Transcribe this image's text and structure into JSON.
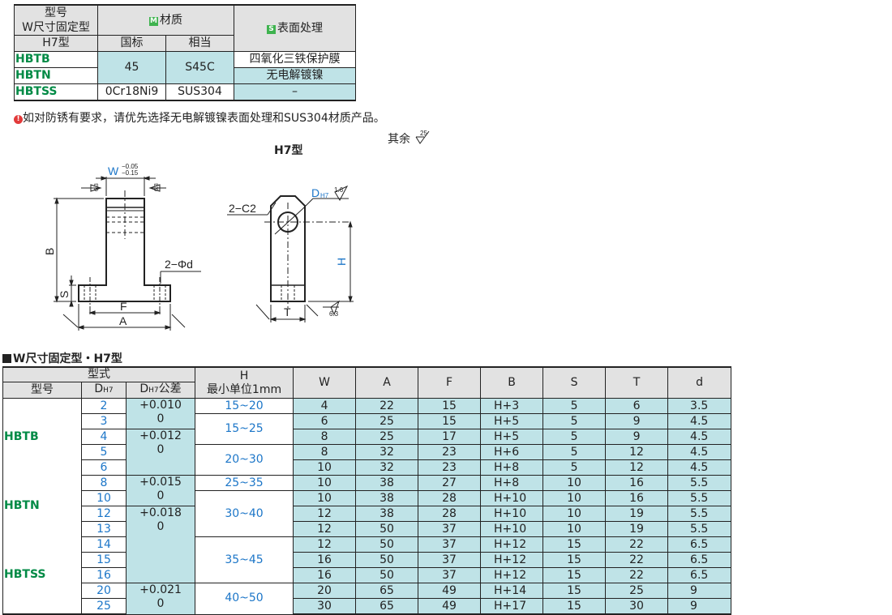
{
  "material_table": {
    "header_model_lines": [
      "型号",
      "W尺寸固定型"
    ],
    "header_material": "材质",
    "header_material_tag": "M",
    "header_surface": "表面处理",
    "header_surface_tag": "S",
    "subheader_type": "H7型",
    "subheader_gb": "国标",
    "subheader_equiv": "相当",
    "rows": [
      {
        "code": "HBTB",
        "gb": "45",
        "equiv": "S45C",
        "surface": "四氧化三铁保护膜"
      },
      {
        "code": "HBTN",
        "surface": "无电解镀镍"
      },
      {
        "code": "HBTSS",
        "gb": "0Cr18Ni9",
        "equiv": "SUS304",
        "surface": "–"
      }
    ]
  },
  "note": {
    "icon": "!",
    "text": "如对防锈有要求，请优先选择无电解镀镍表面处理和SUS304材质产品。"
  },
  "surface_finish_rest": {
    "label": "其余",
    "value": "25"
  },
  "drawing": {
    "title": "H7型",
    "labels": {
      "w": "W",
      "w_tol_upper": "−0.05",
      "w_tol_lower": "−0.15",
      "roughness_6_3": "6.3",
      "roughness_1_6": "1.6",
      "b": "B",
      "s": "S",
      "f": "F",
      "a": "A",
      "hole_2d": "2−Φd",
      "chamfer": "2−C2",
      "dh7": "D",
      "dh7_sub": "H7",
      "h": "H",
      "t": "T"
    }
  },
  "section_title": "W尺寸固定型・H7型",
  "spec_table": {
    "headers": {
      "form": "型式",
      "h_line1": "H",
      "h_line2": "最小单位1mm",
      "model": "型号",
      "dh7": "D",
      "dh7_sub": "H7",
      "dh7_tol": "D",
      "dh7_tol_sub": "H7",
      "dh7_tol_suffix": "公差",
      "w": "W",
      "a": "A",
      "f": "F",
      "b": "B",
      "s": "S",
      "t": "T",
      "d": "d"
    },
    "groups": [
      "HBTB",
      "HBTN",
      "HBTSS"
    ],
    "tolerances": [
      {
        "upper": "+0.010",
        "lower": "0"
      },
      {
        "upper": "+0.012",
        "lower": "0"
      },
      {
        "upper": "+0.015",
        "lower": "0"
      },
      {
        "upper": "+0.018",
        "lower": "0"
      },
      {
        "upper": "+0.021",
        "lower": "0"
      }
    ],
    "h_ranges": [
      "15~20",
      "15~25",
      "20~30",
      "25~35",
      "30~40",
      "35~45",
      "40~50"
    ],
    "rows": [
      {
        "dh7": "2",
        "w": "4",
        "a": "22",
        "f": "15",
        "b": "H+3",
        "s": "5",
        "t": "6",
        "d": "3.5"
      },
      {
        "dh7": "3",
        "w": "6",
        "a": "25",
        "f": "15",
        "b": "H+5",
        "s": "5",
        "t": "9",
        "d": "4.5"
      },
      {
        "dh7": "4",
        "w": "8",
        "a": "25",
        "f": "17",
        "b": "H+5",
        "s": "5",
        "t": "9",
        "d": "4.5"
      },
      {
        "dh7": "5",
        "w": "8",
        "a": "32",
        "f": "23",
        "b": "H+6",
        "s": "5",
        "t": "12",
        "d": "4.5"
      },
      {
        "dh7": "6",
        "w": "10",
        "a": "32",
        "f": "23",
        "b": "H+8",
        "s": "5",
        "t": "12",
        "d": "4.5"
      },
      {
        "dh7": "8",
        "w": "10",
        "a": "38",
        "f": "27",
        "b": "H+8",
        "s": "10",
        "t": "16",
        "d": "5.5"
      },
      {
        "dh7": "10",
        "w": "10",
        "a": "38",
        "f": "28",
        "b": "H+10",
        "s": "10",
        "t": "16",
        "d": "5.5"
      },
      {
        "dh7": "12",
        "w": "12",
        "a": "38",
        "f": "28",
        "b": "H+10",
        "s": "10",
        "t": "19",
        "d": "5.5"
      },
      {
        "dh7": "13",
        "w": "12",
        "a": "50",
        "f": "37",
        "b": "H+10",
        "s": "10",
        "t": "19",
        "d": "5.5"
      },
      {
        "dh7": "14",
        "w": "12",
        "a": "50",
        "f": "37",
        "b": "H+12",
        "s": "15",
        "t": "22",
        "d": "6.5"
      },
      {
        "dh7": "15",
        "w": "16",
        "a": "50",
        "f": "37",
        "b": "H+12",
        "s": "15",
        "t": "22",
        "d": "6.5"
      },
      {
        "dh7": "16",
        "w": "16",
        "a": "50",
        "f": "37",
        "b": "H+12",
        "s": "15",
        "t": "22",
        "d": "6.5"
      },
      {
        "dh7": "20",
        "w": "20",
        "a": "65",
        "f": "49",
        "b": "H+14",
        "s": "15",
        "t": "25",
        "d": "9"
      },
      {
        "dh7": "25",
        "w": "30",
        "a": "65",
        "f": "49",
        "b": "H+17",
        "s": "15",
        "t": "30",
        "d": "9"
      }
    ]
  },
  "colors": {
    "teal": "#bfe3e7",
    "header_gray": "#e2e2e2",
    "code_green": "#008a45",
    "value_blue": "#1c76c8",
    "dim_blue": "#1c76c8"
  }
}
